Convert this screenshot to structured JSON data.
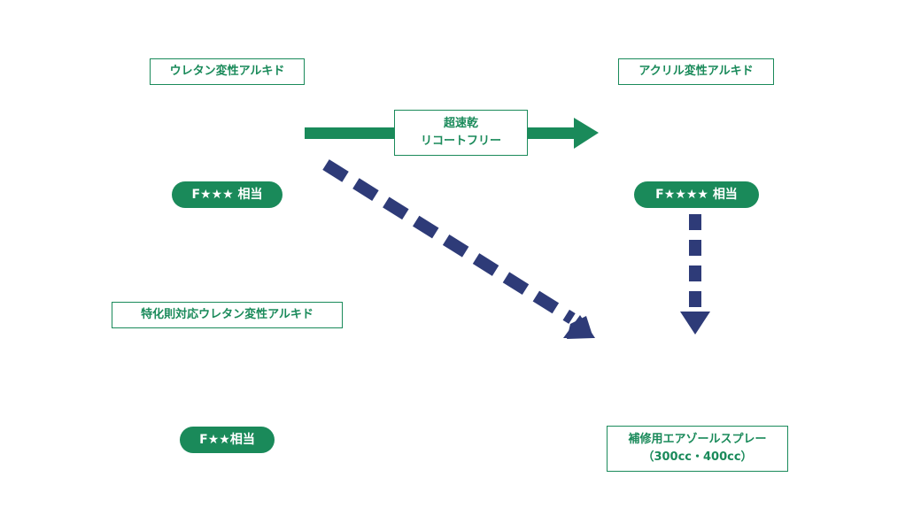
{
  "nodes": {
    "urethane_alkyd": "ウレタン変性アルキド",
    "acrylic_alkyd": "アクリル変性アルキド",
    "special_urethane_alkyd": "特化則対応ウレタン変性アルキド",
    "repair_spray_line1": "補修用エアゾールスプレー",
    "repair_spray_line2": "（300cc・400cc）"
  },
  "badges": {
    "f3": "F★★★ 相当",
    "f4": "F★★★★ 相当",
    "f2": "F★★相当"
  },
  "arrow_label": {
    "line1": "超速乾",
    "line2": "リコートフリー"
  },
  "colors": {
    "green": "#1a8a5a",
    "navy": "#2e3b78",
    "white": "#ffffff"
  }
}
